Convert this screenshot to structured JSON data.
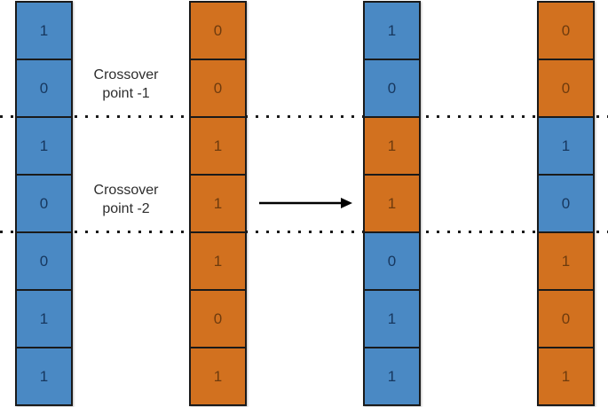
{
  "diagram": {
    "description_colors": {
      "blue_fill": "#4a89c4",
      "blue_digit": "#17375e",
      "orange_fill": "#d2711f",
      "orange_digit": "#6e3b0e",
      "border": "#1a1a1a",
      "dotted_line": "#1a1a1a",
      "label_text": "#2d2d2d",
      "arrow": "#000000",
      "background": "#ffffff"
    },
    "icons": {
      "arrow": "right-arrow"
    },
    "annotations": {
      "crossover1": {
        "line1": "Crossover",
        "line2": "point -1"
      },
      "crossover2": {
        "line1": "Crossover",
        "line2": "point -2"
      }
    },
    "columns": [
      {
        "id": "column-1",
        "cells": [
          {
            "value": "1",
            "color": "blue"
          },
          {
            "value": "0",
            "color": "blue"
          },
          {
            "value": "1",
            "color": "blue"
          },
          {
            "value": "0",
            "color": "blue"
          },
          {
            "value": "0",
            "color": "blue"
          },
          {
            "value": "1",
            "color": "blue"
          },
          {
            "value": "1",
            "color": "blue"
          }
        ]
      },
      {
        "id": "column-2",
        "cells": [
          {
            "value": "0",
            "color": "orange"
          },
          {
            "value": "0",
            "color": "orange"
          },
          {
            "value": "1",
            "color": "orange"
          },
          {
            "value": "1",
            "color": "orange"
          },
          {
            "value": "1",
            "color": "orange"
          },
          {
            "value": "0",
            "color": "orange"
          },
          {
            "value": "1",
            "color": "orange"
          }
        ]
      },
      {
        "id": "column-3",
        "cells": [
          {
            "value": "1",
            "color": "blue"
          },
          {
            "value": "0",
            "color": "blue"
          },
          {
            "value": "1",
            "color": "orange"
          },
          {
            "value": "1",
            "color": "orange"
          },
          {
            "value": "0",
            "color": "blue"
          },
          {
            "value": "1",
            "color": "blue"
          },
          {
            "value": "1",
            "color": "blue"
          }
        ]
      },
      {
        "id": "column-4",
        "cells": [
          {
            "value": "0",
            "color": "orange"
          },
          {
            "value": "0",
            "color": "orange"
          },
          {
            "value": "1",
            "color": "blue"
          },
          {
            "value": "0",
            "color": "blue"
          },
          {
            "value": "1",
            "color": "orange"
          },
          {
            "value": "0",
            "color": "orange"
          },
          {
            "value": "1",
            "color": "orange"
          }
        ]
      }
    ]
  }
}
